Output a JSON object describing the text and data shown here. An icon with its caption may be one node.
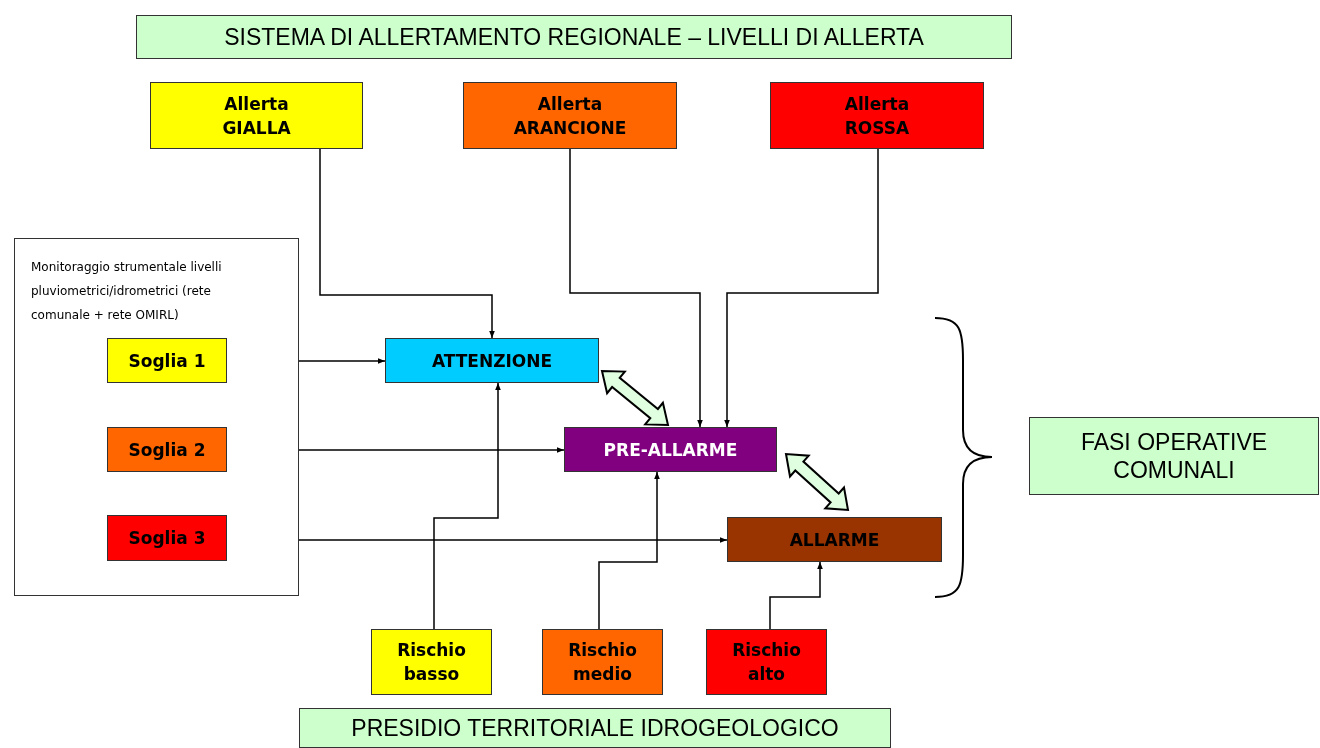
{
  "diagram": {
    "title": "SISTEMA DI ALLERTAMENTO REGIONALE – LIVELLI DI ALLERTA",
    "nodes": [
      {
        "text": [
          "Allerta GIALLA"
        ]
      },
      {
        "text": [
          "Allerta ARANCIONE"
        ]
      },
      {
        "text": [
          "Allerta ROSSA"
        ]
      },
      {
        "text": [
          "Monitoraggio strumentale livelli pluviometrici/idrometrici (rete comunale + rete OMIRL)"
        ]
      },
      {
        "text": [
          "Soglia 1"
        ],
        "in": 3
      },
      {
        "text": [
          "Soglia 2"
        ],
        "in": 3
      },
      {
        "text": [
          "Soglia 3"
        ],
        "in": 3
      },
      {
        "text": [
          "ATTENZIONE"
        ]
      },
      {
        "text": [
          "PRE-ALLARME"
        ]
      },
      {
        "text": [
          "ALLARME"
        ]
      },
      {
        "text": [
          "FASI OPERATIVE COMUNALI"
        ]
      },
      {
        "text": [
          "Rischio basso"
        ]
      },
      {
        "text": [
          "Rischio medio"
        ]
      },
      {
        "text": [
          "Rischio alto"
        ]
      },
      {
        "text": [
          "PRESIDIO TERRITORIALE IDROGEOLOGICO"
        ]
      }
    ],
    "edges": [
      {
        "from": 0,
        "to": 7,
        "arrow": "to"
      },
      {
        "from": 1,
        "to": 8,
        "arrow": "to"
      },
      {
        "from": 2,
        "to": 8,
        "arrow": "to"
      },
      {
        "from": 4,
        "to": 7,
        "arrow": "to"
      },
      {
        "from": 5,
        "to": 8,
        "arrow": "to"
      },
      {
        "from": 6,
        "to": 9,
        "arrow": "to"
      },
      {
        "from": 11,
        "to": 7,
        "arrow": "to"
      },
      {
        "from": 12,
        "to": 8,
        "arrow": "to"
      },
      {
        "from": 13,
        "to": 9,
        "arrow": "to"
      },
      {
        "from": 7,
        "to": 8,
        "arrow": "both",
        "style": "thick",
        "color": "#e0ffe0"
      },
      {
        "from": 8,
        "to": 9,
        "arrow": "both",
        "style": "thick",
        "color": "#e0ffe0"
      }
    ]
  }
}
